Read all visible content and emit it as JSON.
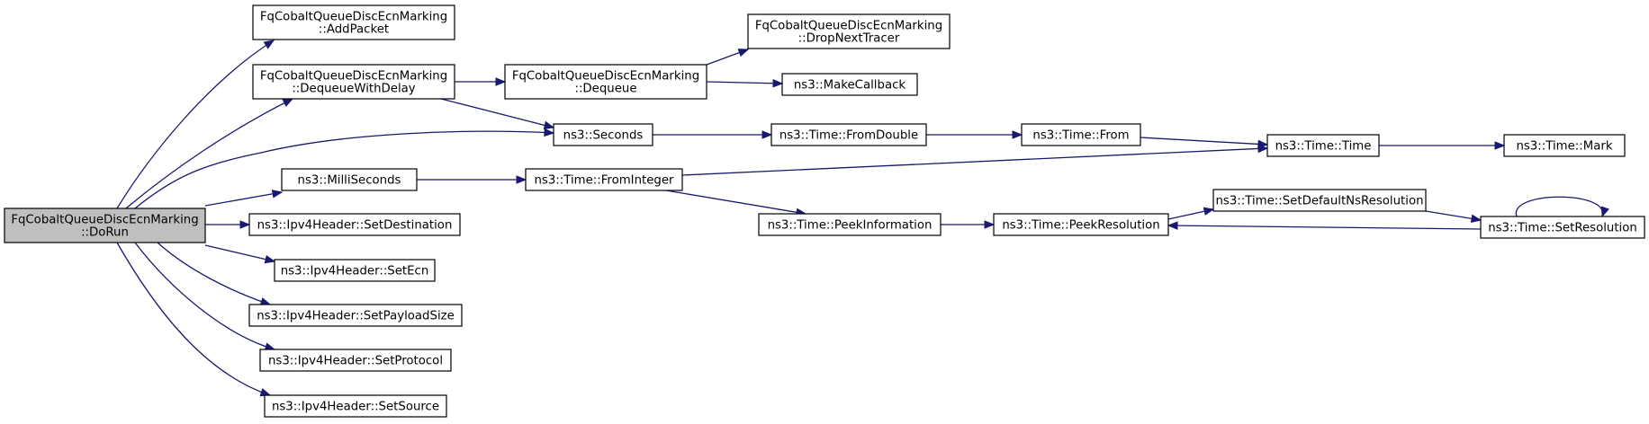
{
  "graph": {
    "title": "",
    "nodes": [
      {
        "id": "dorun",
        "lines": [
          "FqCobaltQueueDiscEcnMarking",
          "::DoRun"
        ],
        "highlighted": true
      },
      {
        "id": "addpacket",
        "lines": [
          "FqCobaltQueueDiscEcnMarking",
          "::AddPacket"
        ]
      },
      {
        "id": "dequeuewithdelay",
        "lines": [
          "FqCobaltQueueDiscEcnMarking",
          "::DequeueWithDelay"
        ]
      },
      {
        "id": "dequeue",
        "lines": [
          "FqCobaltQueueDiscEcnMarking",
          "::Dequeue"
        ]
      },
      {
        "id": "dropnexttracer",
        "lines": [
          "FqCobaltQueueDiscEcnMarking",
          "::DropNextTracer"
        ]
      },
      {
        "id": "makecallback",
        "lines": [
          "ns3::MakeCallback"
        ]
      },
      {
        "id": "seconds",
        "lines": [
          "ns3::Seconds"
        ]
      },
      {
        "id": "fromdouble",
        "lines": [
          "ns3::Time::FromDouble"
        ]
      },
      {
        "id": "from",
        "lines": [
          "ns3::Time::From"
        ]
      },
      {
        "id": "time",
        "lines": [
          "ns3::Time::Time"
        ]
      },
      {
        "id": "mark",
        "lines": [
          "ns3::Time::Mark"
        ]
      },
      {
        "id": "milliseconds",
        "lines": [
          "ns3::MilliSeconds"
        ]
      },
      {
        "id": "frominteger",
        "lines": [
          "ns3::Time::FromInteger"
        ]
      },
      {
        "id": "peekinformation",
        "lines": [
          "ns3::Time::PeekInformation"
        ]
      },
      {
        "id": "peekresolution",
        "lines": [
          "ns3::Time::PeekResolution"
        ]
      },
      {
        "id": "setdefaultnsresolution",
        "lines": [
          "ns3::Time::SetDefaultNsResolution"
        ]
      },
      {
        "id": "setresolution",
        "lines": [
          "ns3::Time::SetResolution"
        ]
      },
      {
        "id": "setdestination",
        "lines": [
          "ns3::Ipv4Header::SetDestination"
        ]
      },
      {
        "id": "setecn",
        "lines": [
          "ns3::Ipv4Header::SetEcn"
        ]
      },
      {
        "id": "setpayloadsize",
        "lines": [
          "ns3::Ipv4Header::SetPayloadSize"
        ]
      },
      {
        "id": "setprotocol",
        "lines": [
          "ns3::Ipv4Header::SetProtocol"
        ]
      },
      {
        "id": "setsource",
        "lines": [
          "ns3::Ipv4Header::SetSource"
        ]
      }
    ],
    "edges": [
      {
        "from": "dorun",
        "to": "addpacket"
      },
      {
        "from": "dorun",
        "to": "dequeuewithdelay"
      },
      {
        "from": "dorun",
        "to": "seconds"
      },
      {
        "from": "dorun",
        "to": "milliseconds"
      },
      {
        "from": "dorun",
        "to": "setdestination"
      },
      {
        "from": "dorun",
        "to": "setecn"
      },
      {
        "from": "dorun",
        "to": "setpayloadsize"
      },
      {
        "from": "dorun",
        "to": "setprotocol"
      },
      {
        "from": "dorun",
        "to": "setsource"
      },
      {
        "from": "dequeuewithdelay",
        "to": "dequeue"
      },
      {
        "from": "dequeuewithdelay",
        "to": "seconds"
      },
      {
        "from": "dequeue",
        "to": "dropnexttracer"
      },
      {
        "from": "dequeue",
        "to": "makecallback"
      },
      {
        "from": "seconds",
        "to": "fromdouble"
      },
      {
        "from": "fromdouble",
        "to": "from"
      },
      {
        "from": "from",
        "to": "time"
      },
      {
        "from": "time",
        "to": "mark"
      },
      {
        "from": "milliseconds",
        "to": "frominteger"
      },
      {
        "from": "frominteger",
        "to": "time"
      },
      {
        "from": "frominteger",
        "to": "peekinformation"
      },
      {
        "from": "peekinformation",
        "to": "peekresolution"
      },
      {
        "from": "peekresolution",
        "to": "setdefaultnsresolution"
      },
      {
        "from": "setdefaultnsresolution",
        "to": "setresolution"
      },
      {
        "from": "setresolution",
        "to": "peekresolution"
      },
      {
        "from": "setresolution",
        "to": "setresolution"
      }
    ]
  },
  "colors": {
    "edge": "#191970",
    "root_fill": "#bfbfbf",
    "node_fill": "#ffffff",
    "node_stroke": "#000000"
  }
}
